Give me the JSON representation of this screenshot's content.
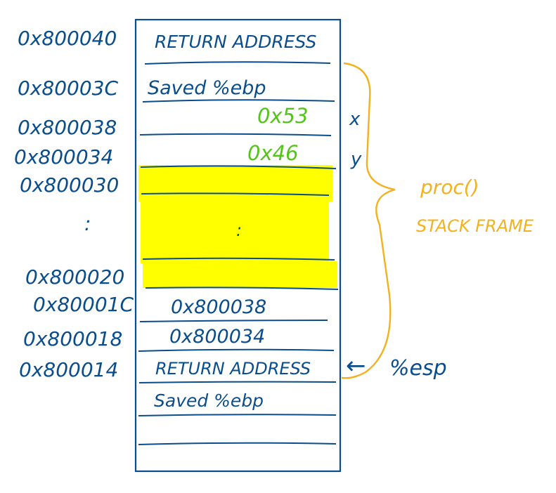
{
  "colors": {
    "ink": "#0a4d8c",
    "green": "#55c41a",
    "orange": "#f2b21f",
    "highlight": "#ffff00"
  },
  "addresses": [
    "0x800040",
    "0x80003C",
    "0x800038",
    "0x800034",
    "0x800030",
    ":",
    "0x800020",
    "0x80001C",
    "0x800018",
    "0x800014"
  ],
  "cells": {
    "return_address_top": "RETURN ADDRESS",
    "saved_ebp_top": "Saved %ebp",
    "x_value": "0x53",
    "y_value": "0x46",
    "middle_dots": ":",
    "ptr_x": "0x800038",
    "ptr_y": "0x800034",
    "return_address_bottom": "RETURN ADDRESS",
    "saved_ebp_bottom": "Saved %ebp"
  },
  "variables": {
    "x": "x",
    "y": "y"
  },
  "annotations": {
    "frame_function": "proc()",
    "frame_label": "STACK FRAME",
    "esp_arrow": "←",
    "esp_label": "%esp"
  }
}
